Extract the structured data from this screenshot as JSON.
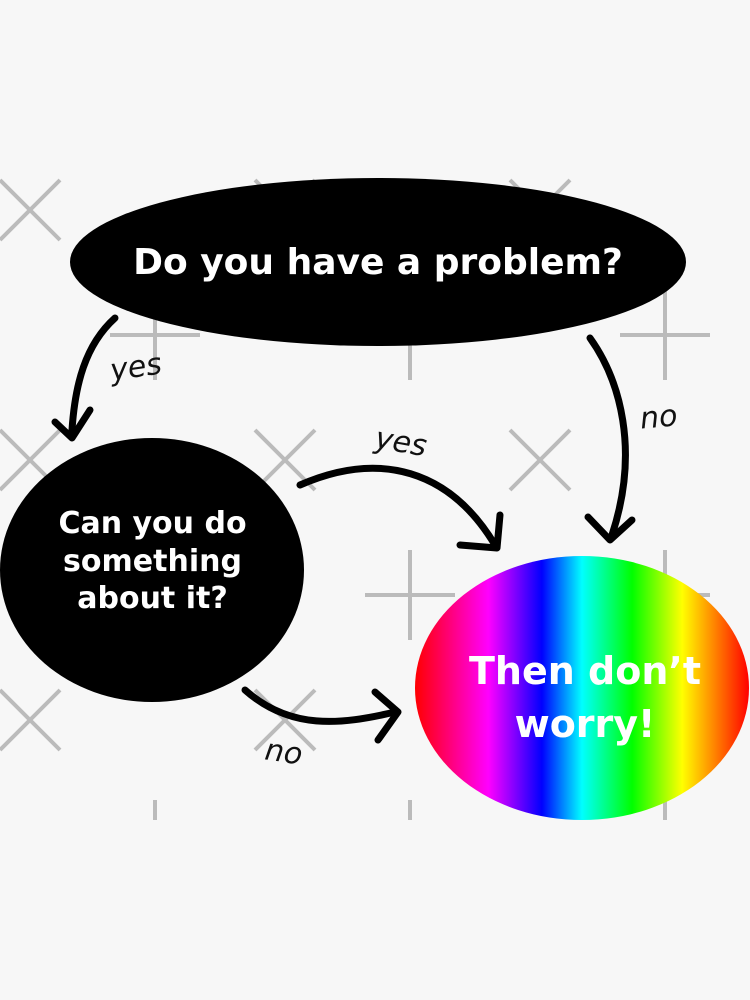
{
  "diagram": {
    "type": "flowchart",
    "nodes": {
      "start": {
        "label": "Do you have a problem?",
        "shape": "ellipse",
        "fill": "#000000"
      },
      "decision": {
        "label_lines": [
          "Can you do",
          "something",
          "about it?"
        ],
        "shape": "ellipse",
        "fill": "#000000"
      },
      "end": {
        "label_lines": [
          "Then don’t",
          "worry!"
        ],
        "shape": "ellipse",
        "fill": "rainbow-gradient"
      }
    },
    "edges": [
      {
        "from": "start",
        "to": "decision",
        "label": "yes"
      },
      {
        "from": "start",
        "to": "end",
        "label": "no"
      },
      {
        "from": "decision",
        "to": "end",
        "label": "yes"
      },
      {
        "from": "decision",
        "to": "end",
        "label": "no"
      }
    ],
    "gradient_colors": [
      "#ff0000",
      "#ff00ff",
      "#0000ff",
      "#00ffff",
      "#00ff00",
      "#ffff00",
      "#ff0000"
    ]
  }
}
